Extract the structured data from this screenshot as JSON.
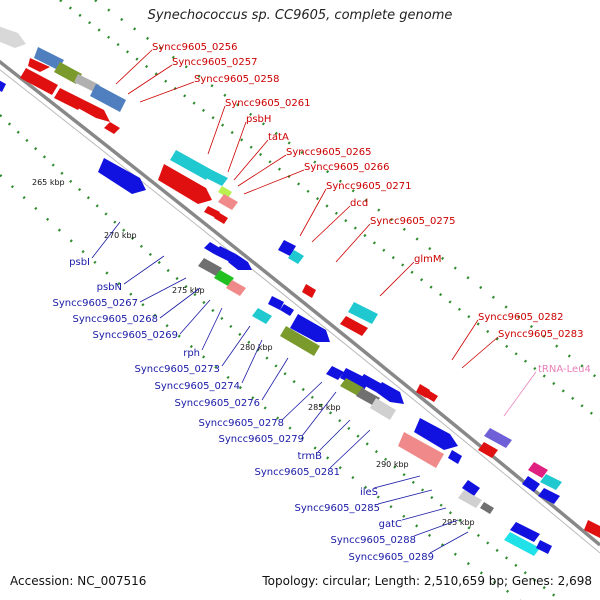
{
  "title": "Synechococcus sp. CC9605, complete genome",
  "accession": "Accession: NC_007516",
  "meta": "Topology: circular; Length: 2,510,659 bp; Genes: 2,698",
  "ticks": [
    "265 kbp",
    "270 kbp",
    "275 kbp",
    "280 kbp",
    "285 kbp",
    "290 kbp",
    "295 kbp"
  ],
  "forward_labels": [
    "Syncc9605_0256",
    "Syncc9605_0257",
    "Syncc9605_0258",
    "Syncc9605_0261",
    "psbH",
    "tatA",
    "Syncc9605_0265",
    "Syncc9605_0266",
    "Syncc9605_0271",
    "dcd",
    "Syncc9605_0275",
    "glmM",
    "Syncc9605_0282",
    "Syncc9605_0283"
  ],
  "reverse_labels": [
    "psbI",
    "psbN",
    "Syncc9605_0267",
    "Syncc9605_0268",
    "Syncc9605_0269",
    "rph",
    "Syncc9605_0273",
    "Syncc9605_0274",
    "Syncc9605_0276",
    "Syncc9605_0278",
    "Syncc9605_0279",
    "trmB",
    "Syncc9605_0281",
    "ileS",
    "Syncc9605_0285",
    "gatC",
    "Syncc9605_0288",
    "Syncc9605_0289"
  ],
  "trna_labels": [
    "tRNA-Leu4"
  ],
  "colors": {
    "forward_label": "#cc0000",
    "reverse_label": "#1a1aa6",
    "trna_label": "#e87fb8",
    "backbone": "#888888",
    "tick": "#2e8b2e"
  }
}
